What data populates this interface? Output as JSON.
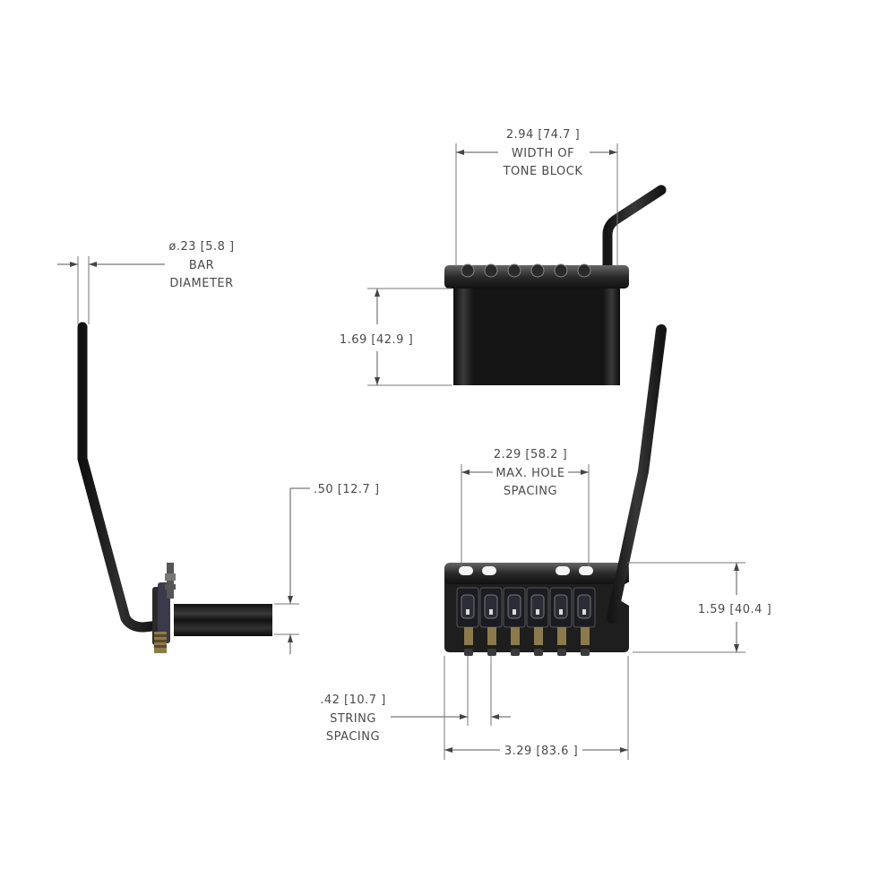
{
  "dimensions": {
    "bar_diameter": {
      "value": "ø.23 [5.8 ]",
      "label_1": "BAR",
      "label_2": "DIAMETER"
    },
    "tone_block_width": {
      "value": "2.94 [74.7 ]",
      "label_1": "WIDTH OF",
      "label_2": "TONE BLOCK"
    },
    "tone_block_height": {
      "value": "1.69 [42.9 ]"
    },
    "side_height": {
      "value": ".50 [12.7 ]"
    },
    "max_hole_spacing": {
      "value": "2.29 [58.2 ]",
      "label_1": "MAX. HOLE",
      "label_2": "SPACING"
    },
    "bridge_height": {
      "value": "1.59 [40.4 ]"
    },
    "string_spacing": {
      "value": ".42 [10.7 ]",
      "label_1": "STRING",
      "label_2": "SPACING"
    },
    "bridge_width": {
      "value": "3.29 [83.6 ]"
    }
  },
  "colors": {
    "part": "#1c1c1c",
    "part_highlight": "#4a4a4a",
    "dimension": "#555555",
    "brass": "#8c7a4a"
  }
}
